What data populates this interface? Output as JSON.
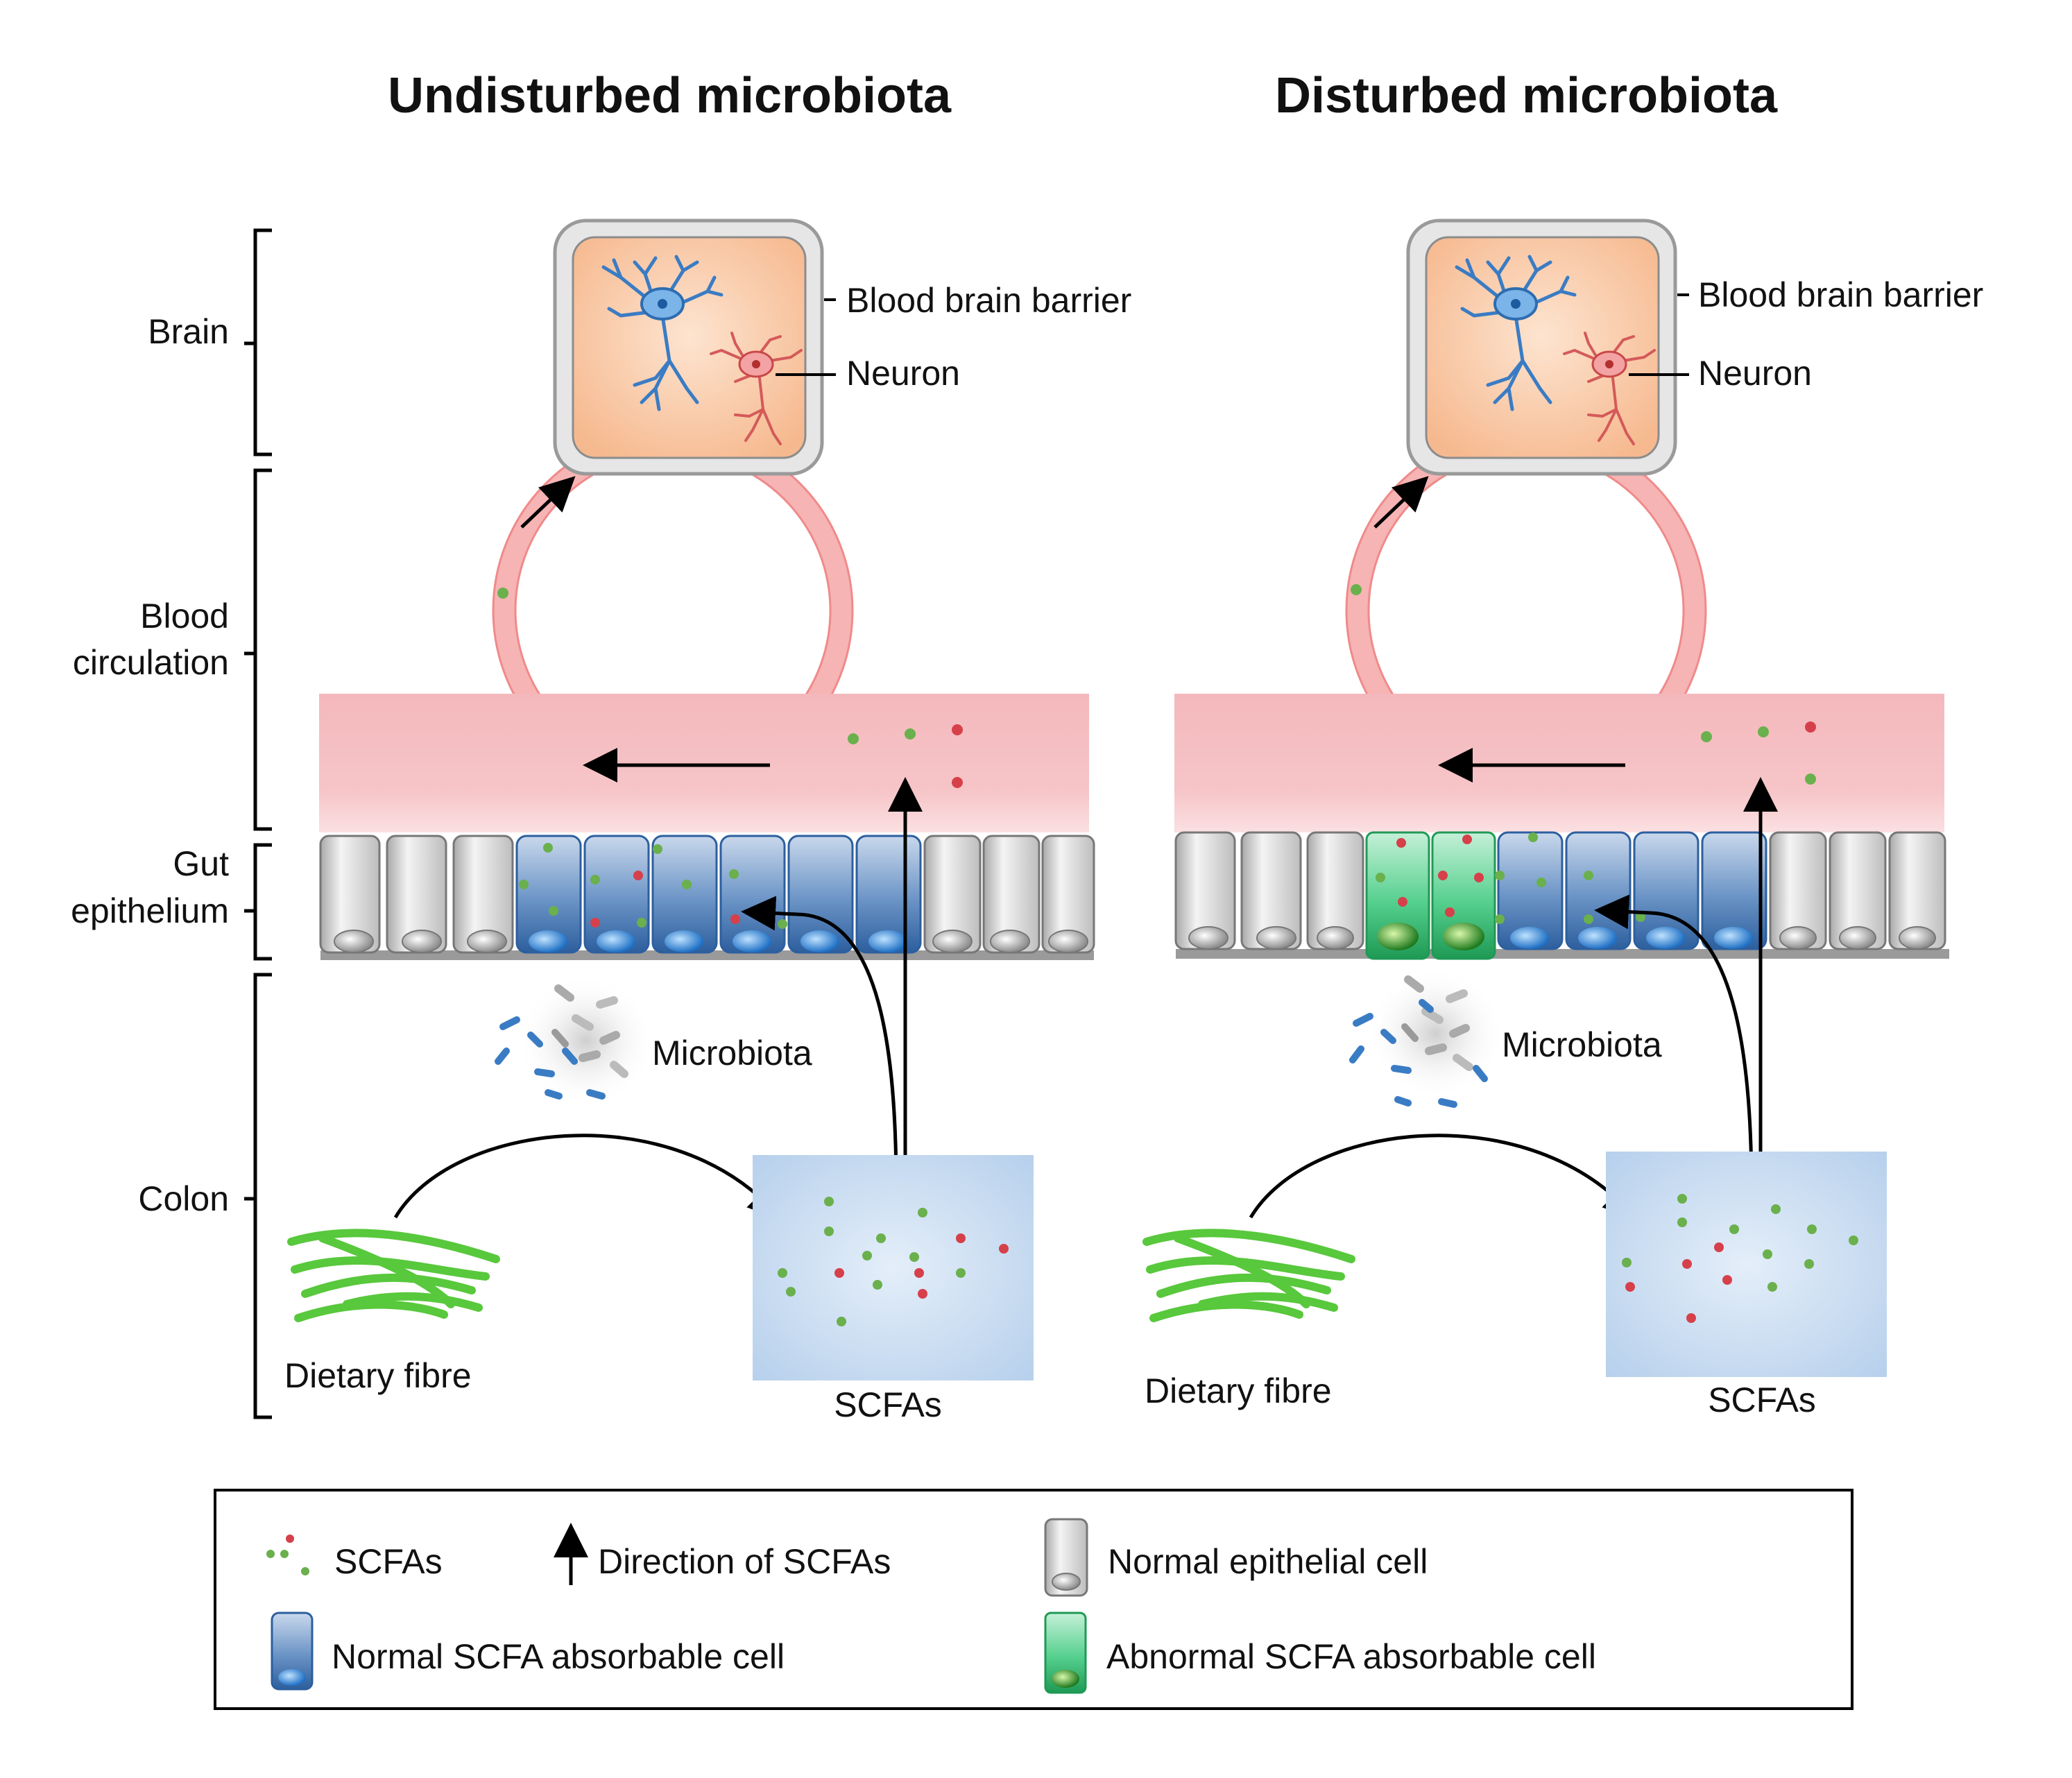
{
  "panels": {
    "left": {
      "title": "Undisturbed microbiota",
      "bbb_label": "Blood brain barrier",
      "neuron_label": "Neuron",
      "microbiota_label": "Microbiota",
      "fibre_label": "Dietary fibre",
      "scfa_label": "SCFAs"
    },
    "right": {
      "title": "Disturbed microbiota",
      "bbb_label": "Blood brain barrier",
      "neuron_label": "Neuron",
      "microbiota_label": "Microbiota",
      "fibre_label": "Dietary fibre",
      "scfa_label": "SCFAs"
    }
  },
  "regions": {
    "brain": "Brain",
    "blood_line1": "Blood",
    "blood_line2": "circulation",
    "gut_line1": "Gut",
    "gut_line2": "epithelium",
    "colon": "Colon"
  },
  "legend": {
    "scfas": "SCFAs",
    "direction": "Direction of SCFAs",
    "normal_epithelial": "Normal epithelial cell",
    "normal_absorbable": "Normal SCFA absorbable cell",
    "abnormal_absorbable": "Abnormal SCFA absorbable cell"
  },
  "colors": {
    "scfa_green": "#6ab04c",
    "scfa_red": "#d6404a",
    "normal_cell_grey": "#cfcfcf",
    "absorbable_blue": "#3e78b8",
    "abnormal_green": "#3cc27a",
    "blood_pink": "#f3a6a6",
    "brain_orange": "#f8c8a4",
    "fibre_green": "#58c83c"
  }
}
